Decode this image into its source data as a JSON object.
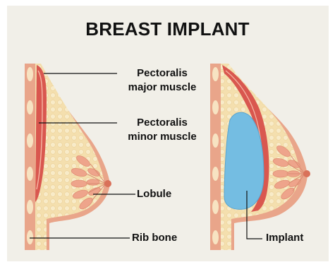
{
  "title": "BREAST IMPLANT",
  "labels": {
    "pectoralis_major": [
      "Pectoralis",
      "major muscle"
    ],
    "pectoralis_minor": [
      "Pectoralis",
      "minor muscle"
    ],
    "lobule": "Lobule",
    "rib_bone": "Rib bone",
    "implant": "Implant"
  },
  "colors": {
    "background": "#f1efe8",
    "skin": "#e9a58a",
    "fat": "#f4dfae",
    "muscle": "#d9574f",
    "rib": "#f7e3c2",
    "lobule": "#eea48b",
    "implant": "#74bde2",
    "nipple": "#d9715a"
  }
}
